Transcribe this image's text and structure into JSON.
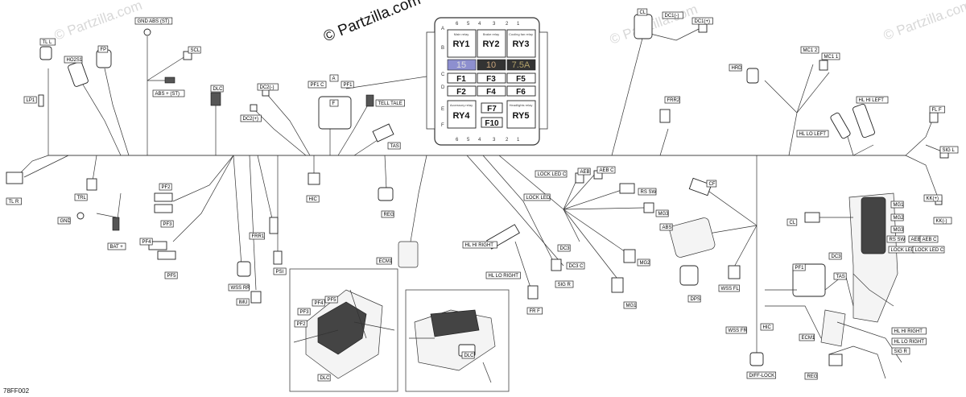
{
  "watermark": "© Partzilla.com",
  "diagram_code": "78FF002",
  "fusebox": {
    "relays": [
      {
        "id": "RY1",
        "name": "Main relay"
      },
      {
        "id": "RY2",
        "name": "Brake relay"
      },
      {
        "id": "RY3",
        "name": "Cooling fan relay"
      },
      {
        "id": "RY4",
        "name": "Accessory relay"
      },
      {
        "id": "RY5",
        "name": "Headlights relay"
      }
    ],
    "amps": [
      {
        "value": "15",
        "color": "#8d8fcf"
      },
      {
        "value": "10",
        "color": "#c7a37a"
      },
      {
        "value": "7.5A",
        "color": "#b3a26b"
      }
    ],
    "fuses": [
      "F1",
      "F3",
      "F5",
      "F2",
      "F4",
      "F6",
      "F7",
      "F10"
    ],
    "rows": [
      "A",
      "B",
      "C",
      "D",
      "E",
      "F"
    ],
    "cols_top": [
      "6",
      "5",
      "4",
      "3",
      "2",
      "1"
    ],
    "cols_bottom": [
      "6",
      "5",
      "4",
      "3",
      "2",
      "1"
    ]
  },
  "labels": {
    "tl_l": "TL L",
    "fp": "FP",
    "gnd_abs_st": "GND ABS (ST)",
    "scl": "SCL",
    "ho2s1": "HO2S1",
    "abs_st": "ABS + (ST)",
    "lp1": "LP1",
    "dlc": "DLC",
    "dc2_minus": "DC2(-)",
    "dc2_plus": "DC2(+)",
    "pf1_c": "PF1 C",
    "pf1_a": "A",
    "pf1_f": "F",
    "pf1": "PF1",
    "tell_tale": "TELL TALE",
    "tas": "TAS",
    "hic": "HIC",
    "reg": "REG",
    "tl_r": "TL R",
    "trl": "TRL",
    "pf2": "PF2",
    "pf3": "PF3",
    "gnd": "GND",
    "bat_plus": "BAT +",
    "pf4": "PF4",
    "pf5": "PF5",
    "frr1": "FRR1",
    "wss_rr": "WSS RR",
    "imu": "IMU",
    "psi": "PSI",
    "ecm1": "ECM1",
    "cl": "CL",
    "dc1_minus": "DC1(-)",
    "dc1_plus": "DC1(+)",
    "mc1_2": "MC1 2",
    "mc1_1": "MC1 1",
    "hrd": "HRD",
    "frr2": "FRR2",
    "hl_hi_left": "HL HI LEFT",
    "hl_lo_left": "HL LO LEFT",
    "fl_f": "FL F",
    "sig_l": "SIG L",
    "kk_plus": "KK(+)",
    "kk_minus": "KK(-)",
    "lock_led_c": "LOCK LED C",
    "aeb": "AEB",
    "aeb_c": "AEB C",
    "lock_led": "LOCK LED",
    "rs_sw": "RS SW",
    "mg3": "MG3",
    "hl_hi_right": "HL HI RIGHT",
    "hl_lo_right": "HL LO RIGHT",
    "dc3": "DC3",
    "dc3_c": "DC3 C",
    "mg2": "MG2",
    "sig_r": "SIG R",
    "fr_f": "FR F",
    "mg1": "MG1",
    "cf": "CF",
    "abs": "ABS",
    "dps": "DPS",
    "wss_fl": "WSS FL",
    "wss_fr": "WSS FR",
    "diff_lock": "DIFF-LOCK",
    "r_cl": "CL",
    "r_mg1": "MG1",
    "r_mg2": "MG2",
    "r_mg3": "MG3",
    "r_rs_sw": "RS SW",
    "r_aeb": "AEB",
    "r_aeb_c": "AEB C",
    "r_lock_led": "LOCK LED",
    "r_lock_led_c": "LOCK LED C",
    "r_dc3": "DC3",
    "r_pf1": "PF1",
    "r_tas": "TAS",
    "r_hic": "HIC",
    "r_ecm1": "ECM1",
    "r_reg": "REG",
    "r_hl_hi_right": "HL HI RIGHT",
    "r_hl_lo_right": "HL LO RIGHT",
    "r_sig_r": "SIG R",
    "i_pf3": "PF3",
    "i_pf4": "PF4",
    "i_pf5": "PF5",
    "i_pf2": "PF2",
    "i_dlc": "DLC",
    "i2_dlc": "DLC"
  }
}
